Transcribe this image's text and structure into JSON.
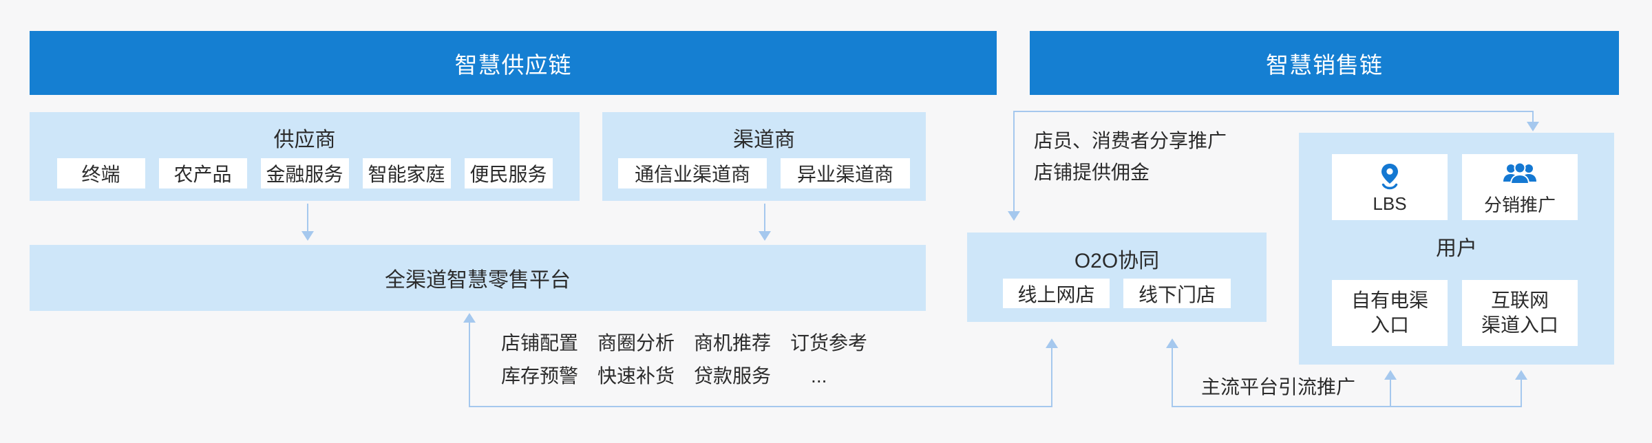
{
  "colors": {
    "header_blue": "#157fd2",
    "panel_blue": "#cee6f9",
    "connector_blue": "#a5c8ee",
    "icon_blue": "#1478d2",
    "text_dark": "#2b2b2b",
    "background": "#f7f7f8"
  },
  "supply": {
    "header": "智慧供应链",
    "suppliers": {
      "title": "供应商",
      "chips": [
        "终端",
        "农产品",
        "金融服务",
        "智能家庭",
        "便民服务"
      ]
    },
    "channels": {
      "title": "渠道商",
      "chips": [
        "通信业渠道商",
        "异业渠道商"
      ]
    },
    "platform": {
      "title": "全渠道智慧零售平台"
    },
    "features": {
      "row1": [
        "店铺配置",
        "商圈分析",
        "商机推荐",
        "订货参考"
      ],
      "row2": [
        "库存预警",
        "快速补货",
        "贷款服务",
        "..."
      ]
    }
  },
  "sales": {
    "header": "智慧销售链",
    "share_note": {
      "line1": "店员、消费者分享推广",
      "line2": "店铺提供佣金"
    },
    "o2o": {
      "title": "O2O协同",
      "chips": [
        "线上网店",
        "线下门店"
      ]
    },
    "users": {
      "title": "用户",
      "card_lbs": {
        "icon": "location-pin-icon",
        "label": "LBS"
      },
      "card_distribution": {
        "icon": "people-group-icon",
        "label": "分销推广"
      },
      "card_own_channel": {
        "line1": "自有电渠",
        "line2": "入口"
      },
      "card_internet_channel": {
        "line1": "互联网",
        "line2": "渠道入口"
      }
    },
    "promo_note": "主流平台引流推广"
  }
}
